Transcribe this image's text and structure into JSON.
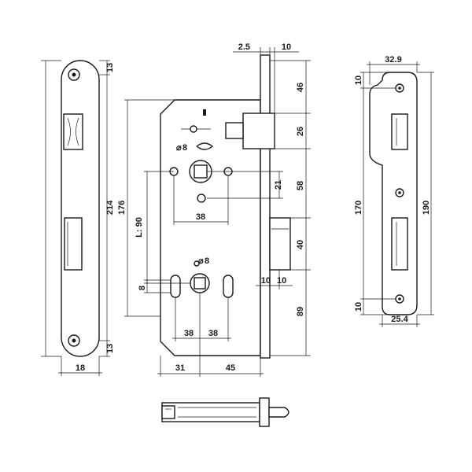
{
  "faceplate_left": {
    "screw_offset_top": "13",
    "height": "214",
    "screw_offset_bottom": "13",
    "width": "18"
  },
  "lock_body": {
    "faceplate_thickness": "2.5",
    "bolt_projection": "10",
    "top_to_latch": "46",
    "latch_height": "26",
    "latch_to_spindle": "58",
    "body_height": "176",
    "cylinder_hole": "21",
    "spindle_spacing_upper": "38",
    "bolt_height": "40",
    "bolt_gap_a": "10",
    "bolt_gap_b": "10",
    "bottom_to_bolt": "89",
    "handle_distance": "L: 90",
    "spindle_square_upper": "8",
    "spindle_square_lower": "8",
    "slot_width": "8",
    "spacing_left": "38",
    "spacing_right": "38",
    "backset_left": "31",
    "backset_right": "45"
  },
  "strike_plate": {
    "width_top": "32.9",
    "offset_top": "10",
    "hole_spacing": "170",
    "height": "190",
    "offset_bottom": "10",
    "width_bottom": "25.4"
  }
}
